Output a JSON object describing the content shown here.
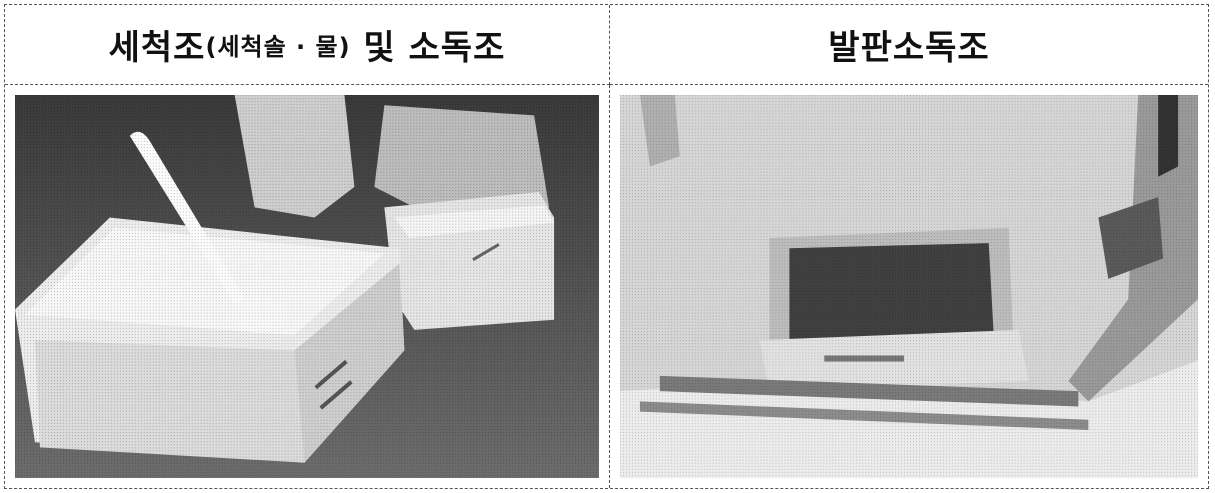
{
  "table": {
    "headers": [
      {
        "main": "세척조",
        "sub": "(세척솔 · 물)",
        "tail": "및 소독조"
      },
      {
        "main": "발판소독조"
      }
    ]
  }
}
